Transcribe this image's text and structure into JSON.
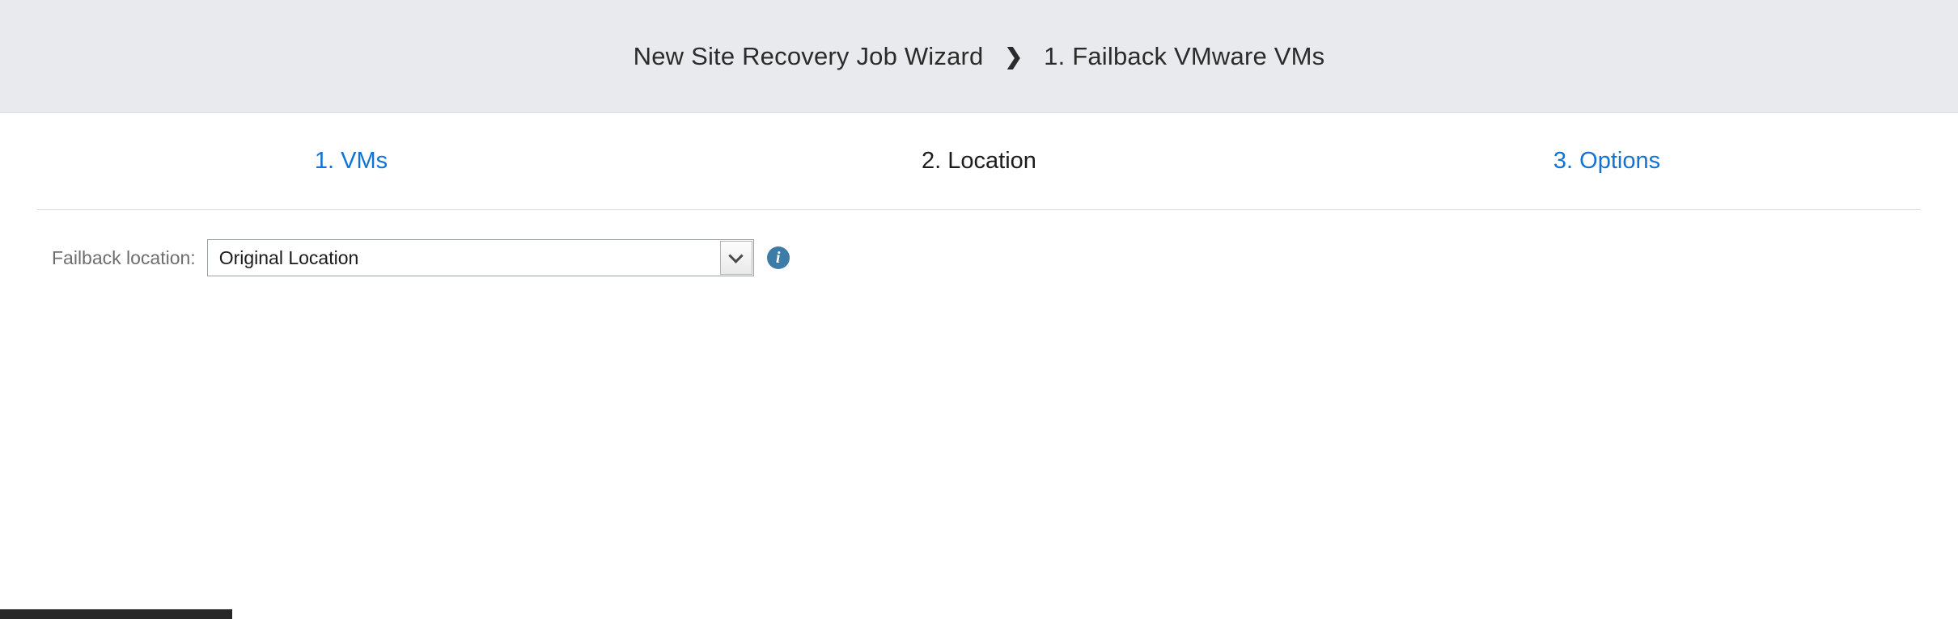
{
  "header": {
    "wizard_title": "New Site Recovery Job Wizard",
    "separator": "❯",
    "step_title": "1. Failback VMware VMs"
  },
  "steps": [
    {
      "label": "1. VMs",
      "state": "link"
    },
    {
      "label": "2. Location",
      "state": "current"
    },
    {
      "label": "3. Options",
      "state": "link"
    }
  ],
  "form": {
    "failback_location_label": "Failback location:",
    "failback_location_value": "Original Location",
    "info_glyph": "i"
  },
  "icons": {
    "breadcrumb_chevron": "chevron-right-icon",
    "dropdown_chevron": "chevron-down-icon",
    "info": "info-icon"
  },
  "colors": {
    "titlebar_background": "#e8eaee",
    "link_blue": "#1273d2",
    "current_step_text": "#1c1c1c",
    "label_gray": "#6e6e6e",
    "info_icon_blue": "#3d7ca6",
    "divider_gray": "#d9d9d9"
  }
}
